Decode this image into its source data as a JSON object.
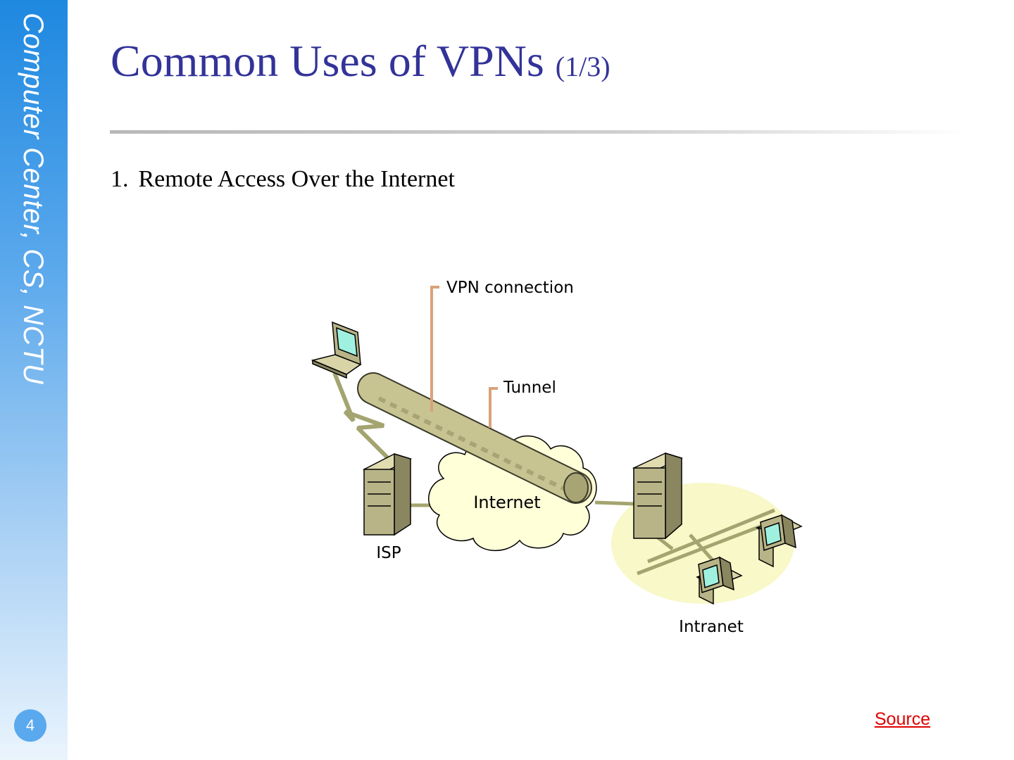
{
  "sidebar": {
    "text": "Computer Center, CS, NCTU",
    "page_number": "4"
  },
  "slide": {
    "title": "Common Uses of VPNs",
    "title_suffix": "(1/3)",
    "bullet_number": "1.",
    "bullet_text": "Remote Access Over the Internet",
    "source_label": "Source"
  },
  "diagram": {
    "labels": {
      "vpn_connection": "VPN connection",
      "tunnel": "Tunnel",
      "internet": "Internet",
      "isp": "ISP",
      "intranet": "Intranet"
    }
  },
  "colors": {
    "title": "#333399",
    "sidebar_top": "#1e88e0",
    "link": "#e00000",
    "tunnel": "#c8c492",
    "callout": "#d9a27a",
    "cloud": "#ffffd8",
    "intranet": "#f8f8c8"
  }
}
